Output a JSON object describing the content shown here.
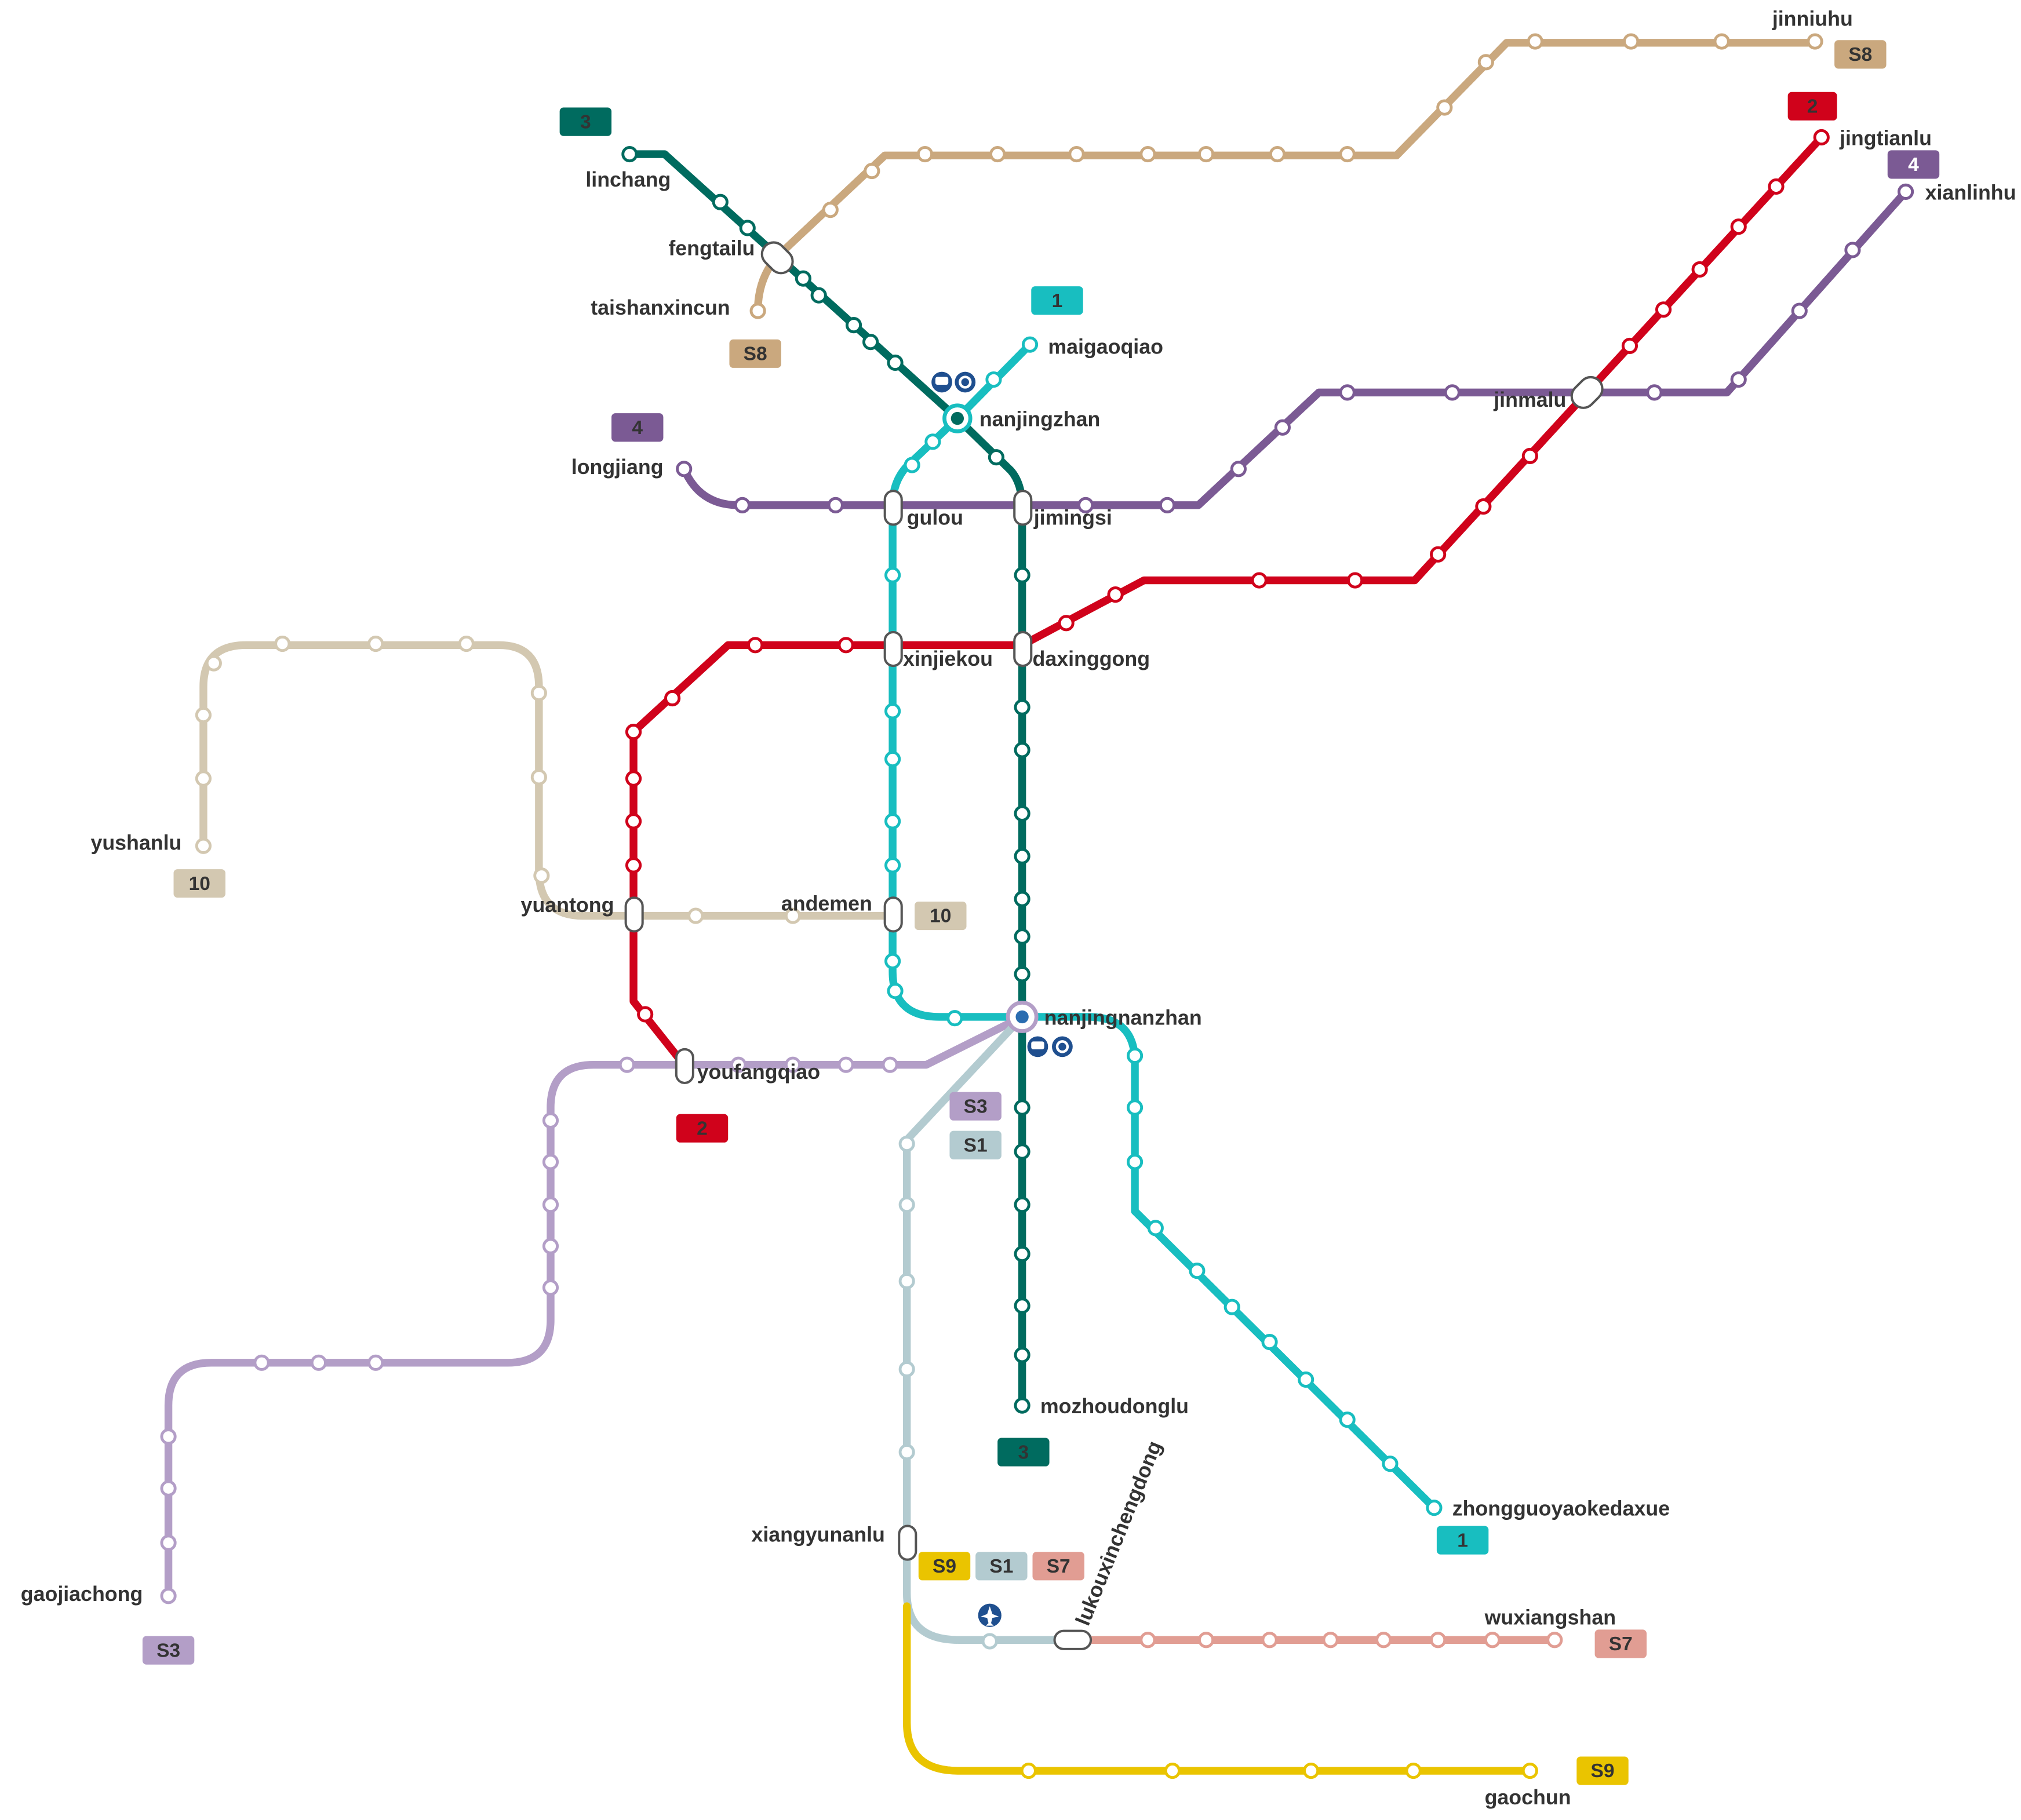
{
  "lines": {
    "l1": {
      "color": "#18bec0"
    },
    "l2": {
      "color": "#d0021b"
    },
    "l3": {
      "color": "#006b5f"
    },
    "l4": {
      "color": "#7b5a94"
    },
    "l10": {
      "color": "#d3c8b1"
    },
    "s1": {
      "color": "#b3cbd0"
    },
    "s3": {
      "color": "#b39ec7"
    },
    "s7": {
      "color": "#e19d93"
    },
    "s8": {
      "color": "#caa87e"
    },
    "s9": {
      "color": "#eac400"
    }
  },
  "stations": {
    "jinniuhu": "jinniuhu",
    "linchang": "linchang",
    "fengtailu": "fengtailu",
    "taishanxincun": "taishanxincun",
    "maigaoqiao": "maigaoqiao",
    "nanjingzhan": "nanjingzhan",
    "jingtianlu": "jingtianlu",
    "xianlinhu": "xianlinhu",
    "jinmalu": "jinmalu",
    "longjiang": "longjiang",
    "gulou": "gulou",
    "jimingsi": "jimingsi",
    "xinjiekou": "xinjiekou",
    "daxinggong": "daxinggong",
    "yushanlu": "yushanlu",
    "yuantong": "yuantong",
    "andemen": "andemen",
    "nanjingnanzhan": "nanjingnanzhan",
    "youfangqiao": "youfangqiao",
    "mozhoudonglu": "mozhoudonglu",
    "lukouxinchengdong": "lukouxinchengdong",
    "zhongguoyaokedaxue": "zhongguoyaokedaxue",
    "xiangyunanlu": "xiangyunanlu",
    "wuxiangshan": "wuxiangshan",
    "gaojiachong": "gaojiachong",
    "gaochun": "gaochun"
  },
  "badges": {
    "s8_top": "S8",
    "l2_top": "2",
    "l3_top": "3",
    "l4_right": "4",
    "l1_top": "1",
    "s8_left": "S8",
    "l4_left": "4",
    "l10_left": "10",
    "l10_mid": "10",
    "s3_mid": "S3",
    "s1_mid": "S1",
    "l2_bottom": "2",
    "l3_bottom": "3",
    "l1_bottom": "1",
    "s9_mid": "S9",
    "s1_bottom": "S1",
    "s7_bottom": "S7",
    "s3_bottom": "S3",
    "s7_right": "S7",
    "s9_right": "S9"
  },
  "icons": [
    "train-station-icon",
    "railway-station-icon",
    "airport-icon"
  ]
}
